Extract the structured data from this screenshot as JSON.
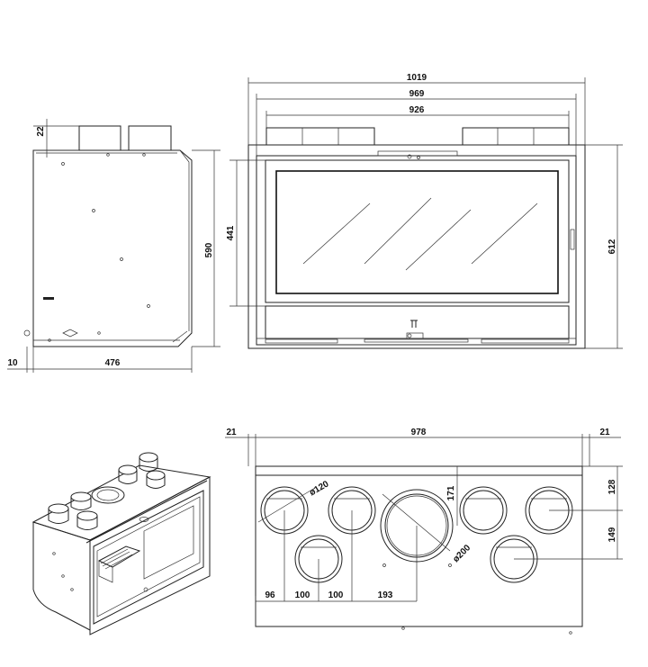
{
  "side_view": {
    "dims": {
      "top_offset": "22",
      "height": "590",
      "base_offset": "10",
      "depth": "476"
    }
  },
  "front_view": {
    "dims": {
      "overall_width": "1019",
      "mid_width": "969",
      "inner_width": "926",
      "height": "612",
      "glass_height": "441"
    }
  },
  "top_view": {
    "dims": {
      "left_margin": "21",
      "width": "978",
      "right_margin": "21",
      "front_offset": "128",
      "row_spacing": "149",
      "center_offset": "171",
      "small_diameter": "ø120",
      "large_diameter": "ø200",
      "spacing_1": "96",
      "spacing_2": "100",
      "spacing_3": "100",
      "spacing_4": "193"
    }
  },
  "colors": {
    "line": "#222222",
    "background": "#ffffff"
  }
}
